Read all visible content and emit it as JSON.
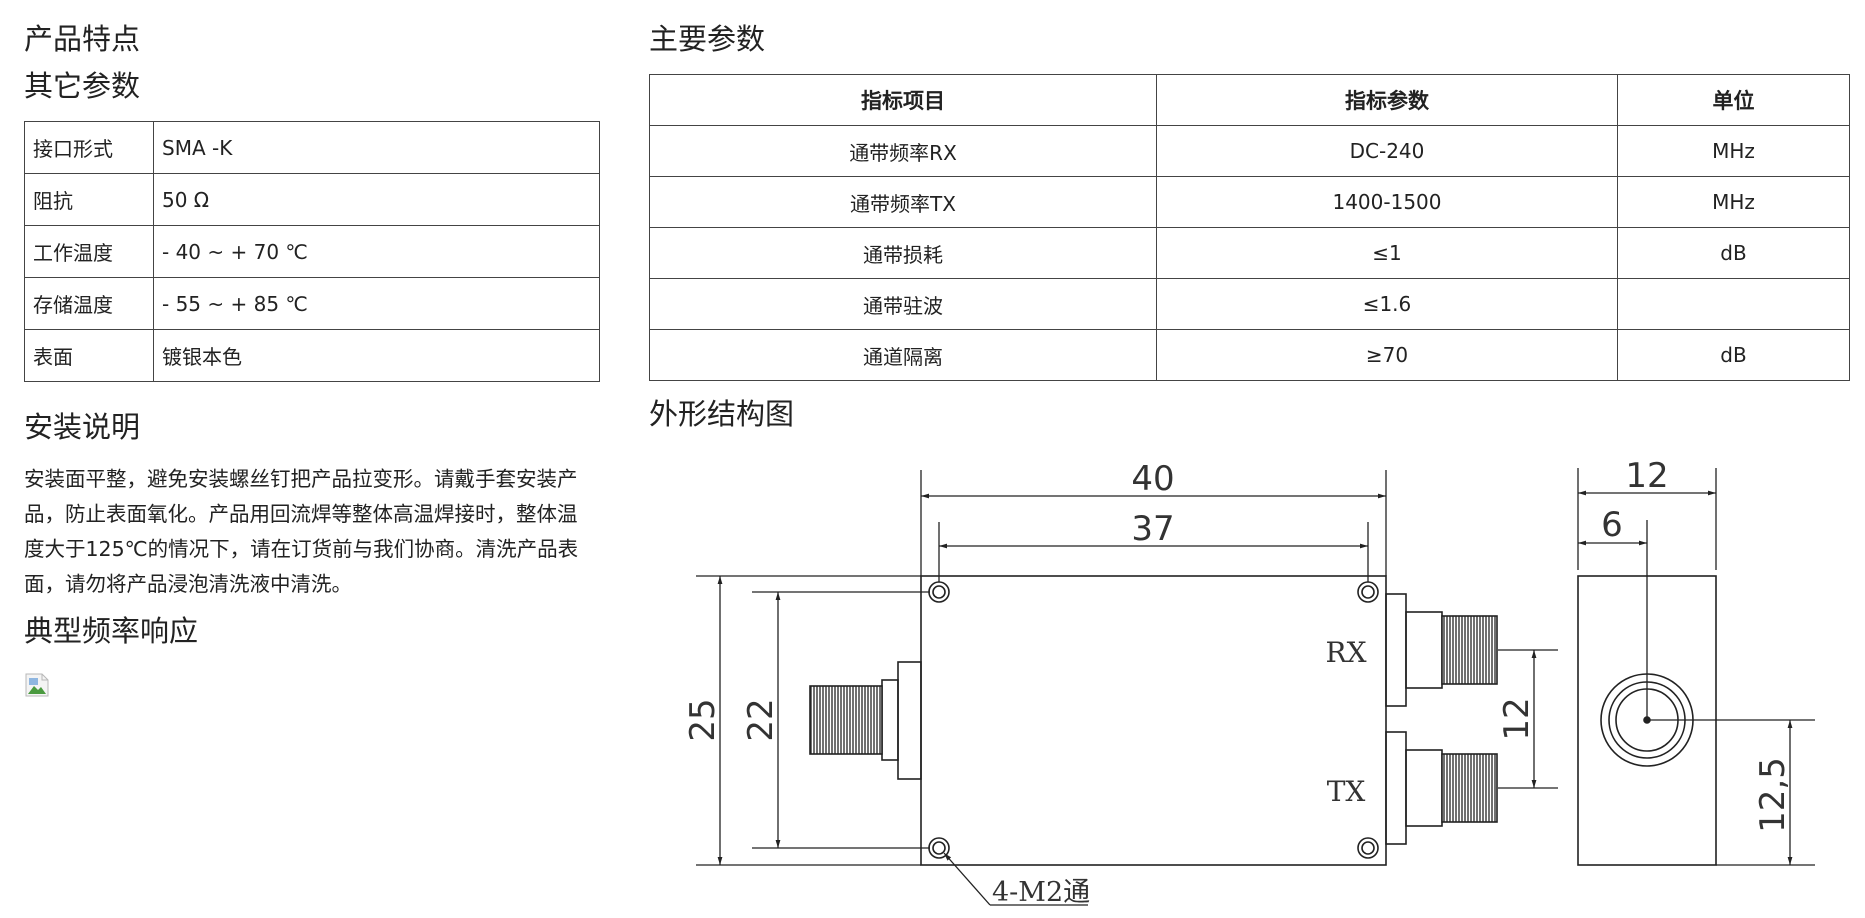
{
  "left": {
    "features_title": "产品特点",
    "other_title": "其它参数",
    "other_params": [
      {
        "label": "接口形式",
        "value": "SMA -K"
      },
      {
        "label": "阻抗",
        "value": "50 Ω"
      },
      {
        "label": "工作温度",
        "value": "- 40 ~ + 70 ℃"
      },
      {
        "label": "存储温度",
        "value": "- 55 ~ + 85 ℃"
      },
      {
        "label": "表面",
        "value": "镀银本色"
      }
    ],
    "install_title": "安装说明",
    "install_text": "安装面平整，避免安装螺丝钉把产品拉变形。请戴手套安装产品，防止表面氧化。产品用回流焊等整体高温焊接时，整体温度大于125℃的情况下，请在订货前与我们协商。清洗产品表面，请勿将产品浸泡清洗液中清洗。",
    "response_title": "典型频率响应"
  },
  "right": {
    "main_title": "主要参数",
    "headers": [
      "指标项目",
      "指标参数",
      "单位"
    ],
    "rows": [
      [
        "通带频率RX",
        "DC-240",
        "MHz"
      ],
      [
        "通带频率TX",
        "1400-1500",
        "MHz"
      ],
      [
        "通带损耗",
        "≤1",
        "dB"
      ],
      [
        "通带驻波",
        "≤1.6",
        ""
      ],
      [
        "通道隔离",
        "≥70",
        "dB"
      ]
    ],
    "drawing_title": "外形结构图",
    "drawing": {
      "dim_total_width": "40",
      "dim_hole_spacing_w": "37",
      "dim_total_height": "25",
      "dim_hole_spacing_h": "22",
      "dim_port_spacing": "12",
      "dim_side_width": "12",
      "dim_side_center": "6",
      "dim_side_height": "12,5",
      "label_rx": "RX",
      "label_tx": "TX",
      "label_holes": "4-M2通"
    }
  }
}
